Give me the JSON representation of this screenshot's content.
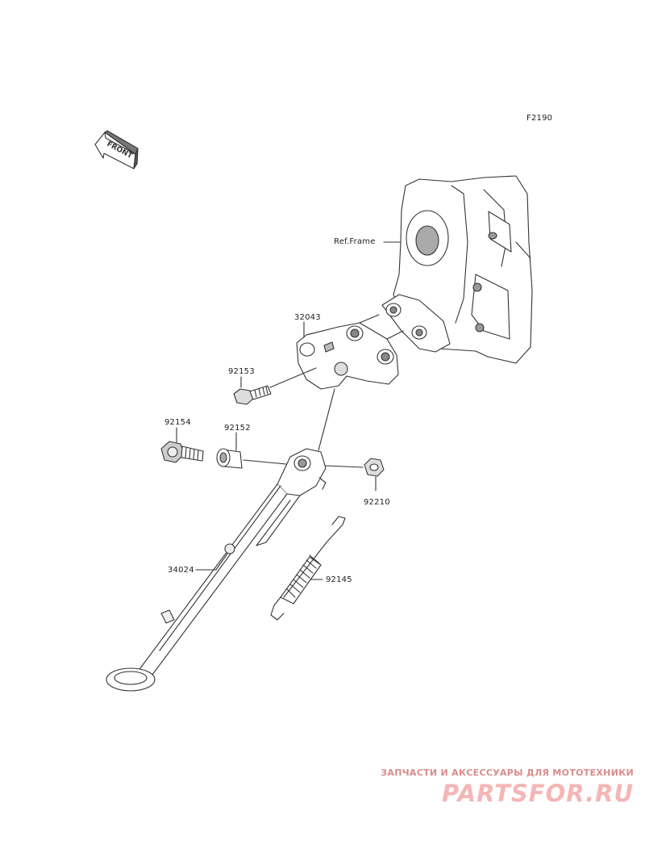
{
  "diagram_code": "F2190",
  "front_arrow_text": "FRONT",
  "labels": {
    "ref_frame": "Ref.Frame",
    "p32043": "32043",
    "p92153": "92153",
    "p92154": "92154",
    "p92152": "92152",
    "p92210": "92210",
    "p34024": "34024",
    "p92145": "92145"
  },
  "watermark": {
    "tagline": "ЗАПЧАСТИ И АКСЕССУАРЫ ДЛЯ МОТОТЕХНИКИ",
    "brand": "PARTSFOR.RU"
  }
}
